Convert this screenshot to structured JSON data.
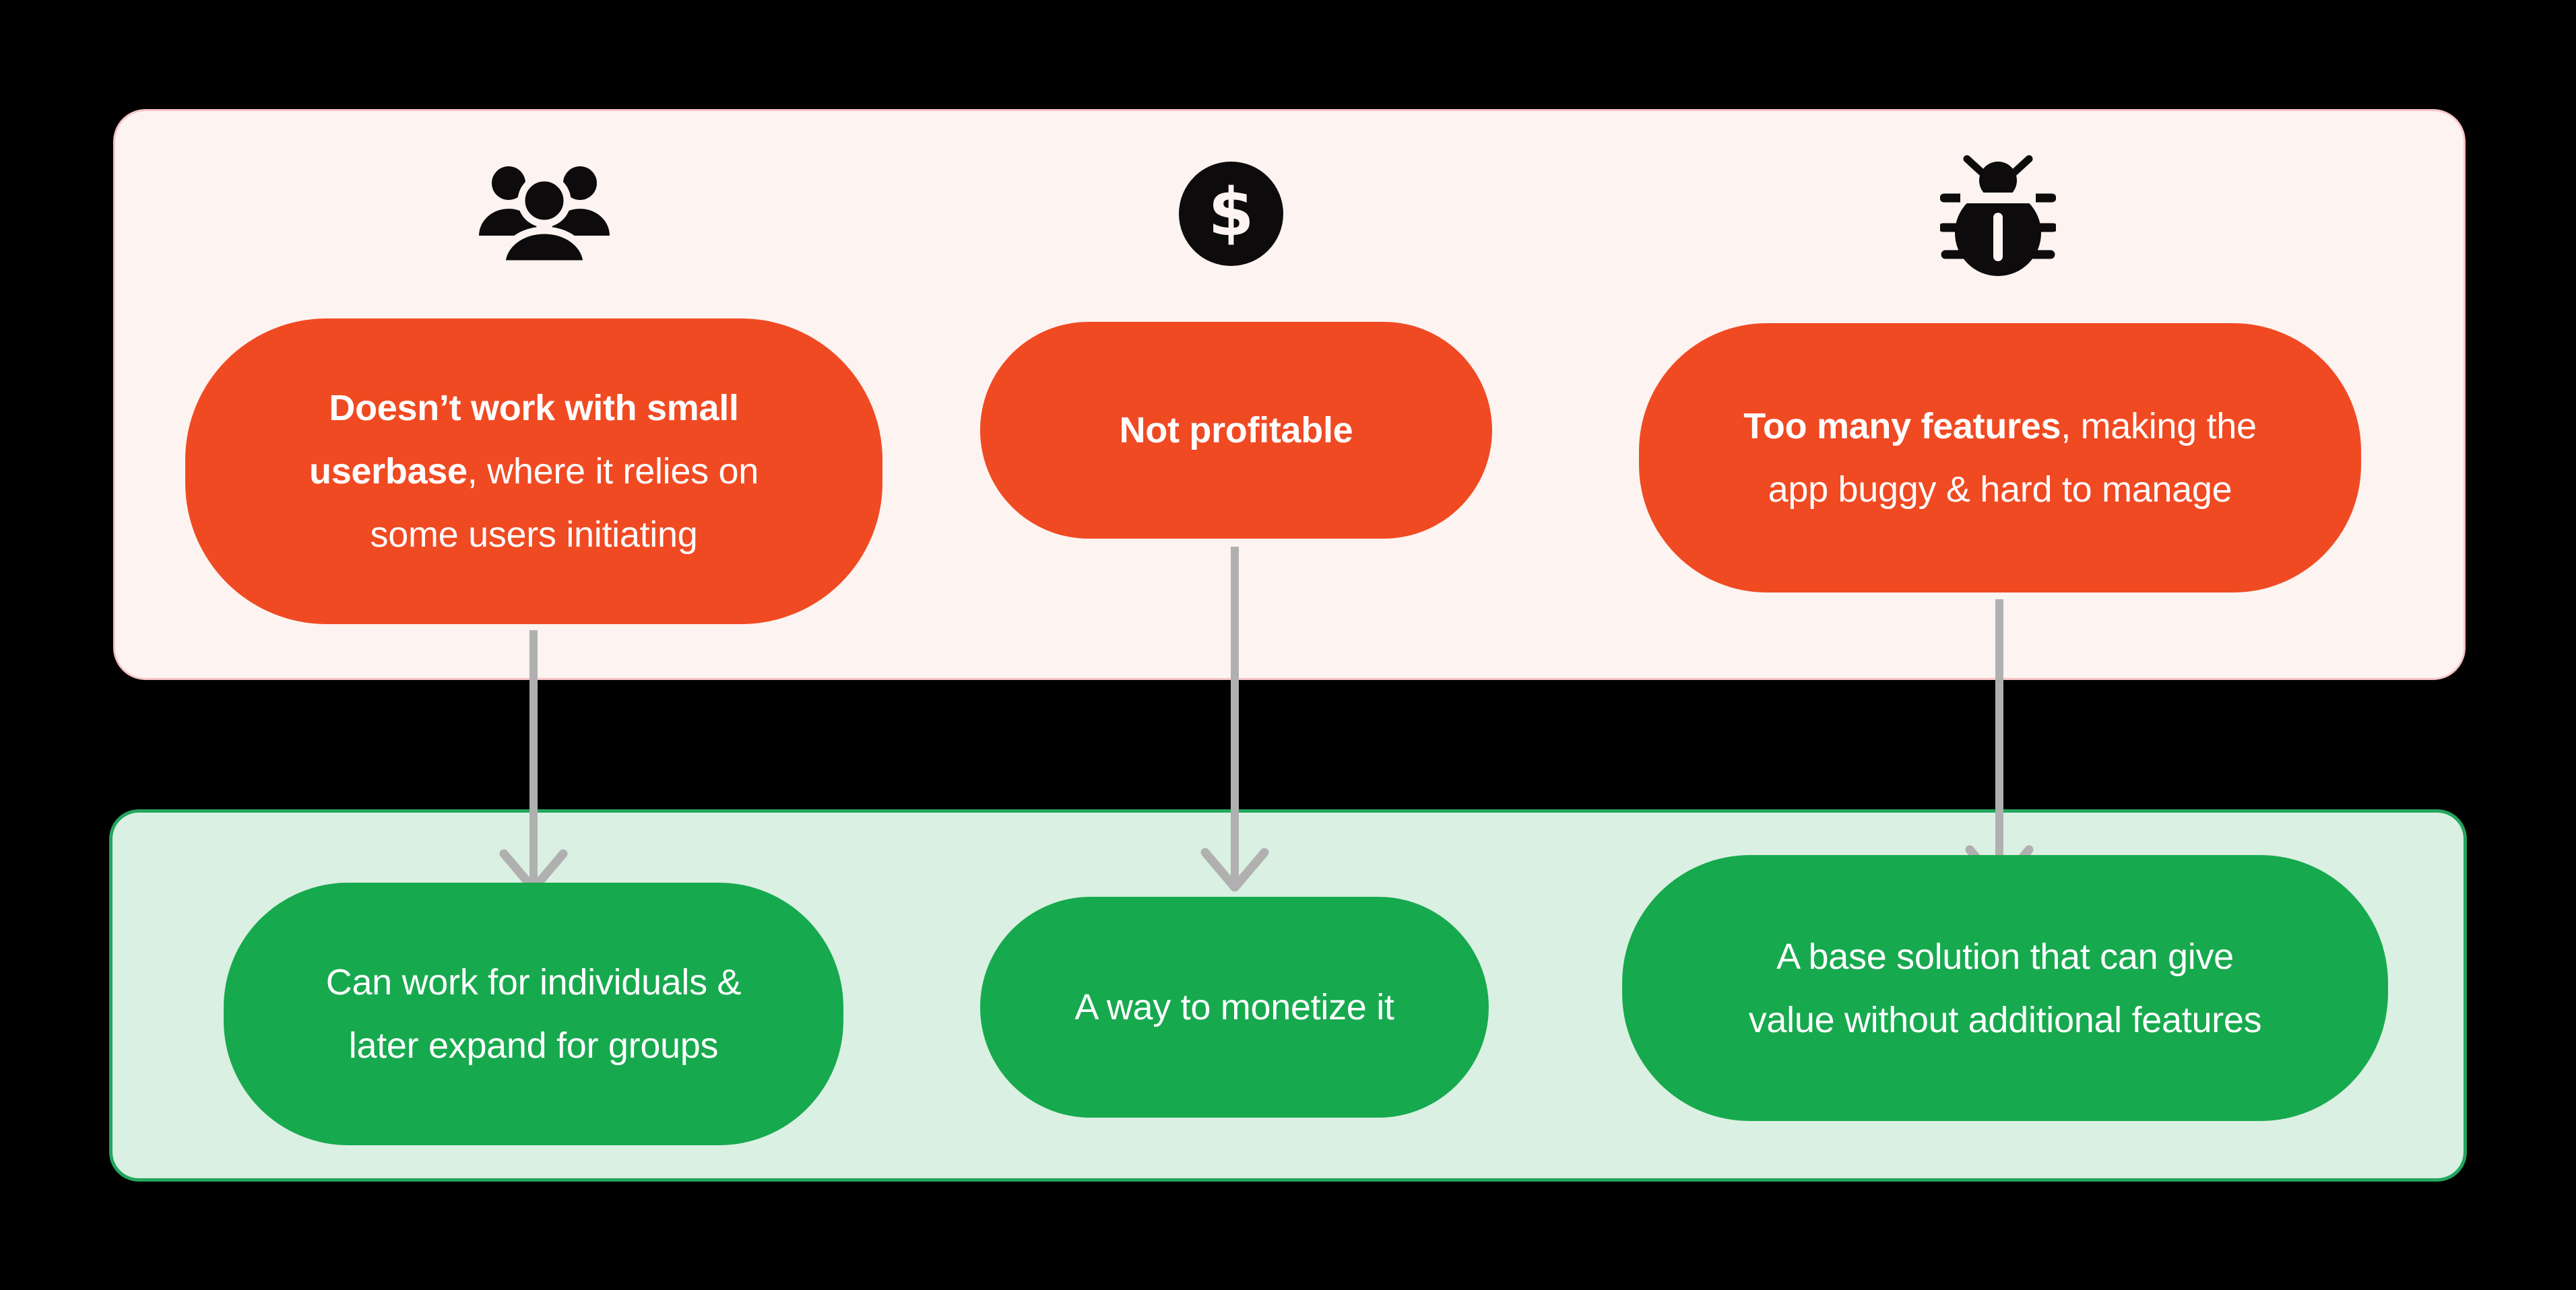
{
  "page": {
    "background_color": "#000000",
    "arrow_color": "#B0B0B0"
  },
  "problems_section": {
    "background_color": "#FDF3F0",
    "border_color": "#F6C4C6",
    "pill_color": "#F04A23",
    "text_color": "#FFFFFF",
    "items": [
      {
        "icon": "people-group-icon",
        "bold_text": "Doesn’t work with small userbase",
        "regular_text": ", where it relies on some users initiating"
      },
      {
        "icon": "dollar-coin-icon",
        "bold_text": "Not profitable",
        "regular_text": ""
      },
      {
        "icon": "bug-icon",
        "bold_text": "Too many features",
        "regular_text": ", making the app buggy & hard to manage"
      }
    ]
  },
  "solutions_section": {
    "background_color": "#DAF0E2",
    "border_color": "#24A55D",
    "pill_color": "#17A94E",
    "text_color": "#FFFFFF",
    "items": [
      {
        "text": "Can work for individuals & later expand for groups"
      },
      {
        "text": "A way to monetize it"
      },
      {
        "text": "A base solution that can give value without additional features"
      }
    ]
  },
  "icons": {
    "dollar_symbol": "$"
  }
}
